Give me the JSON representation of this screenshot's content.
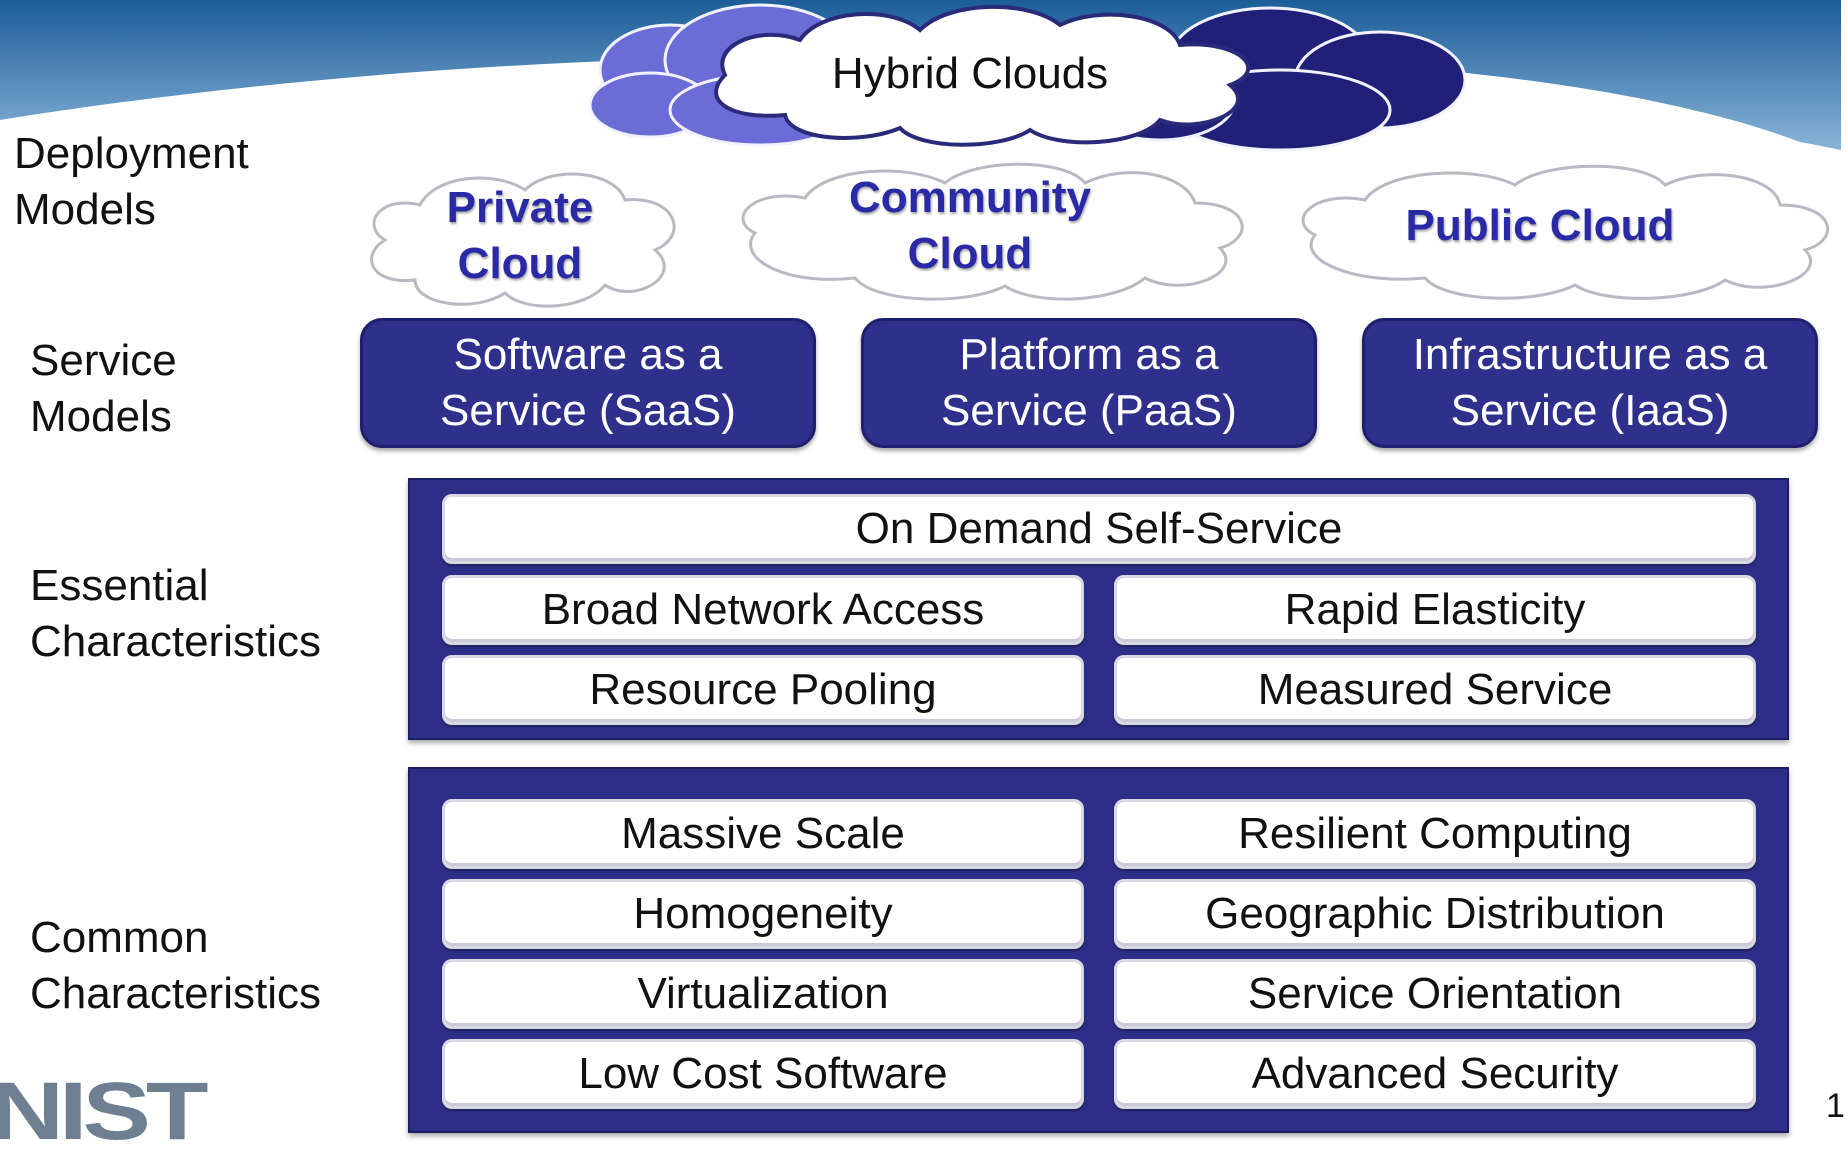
{
  "deployment": {
    "row_label_1": "Deployment",
    "row_label_2": "Models",
    "hybrid": "Hybrid Clouds",
    "private_1": "Private",
    "private_2": "Cloud",
    "community_1": "Community",
    "community_2": "Cloud",
    "public": "Public Cloud"
  },
  "service": {
    "row_label_1": "Service",
    "row_label_2": "Models",
    "saas_1": "Software as a",
    "saas_2": "Service (SaaS)",
    "paas_1": "Platform as a",
    "paas_2": "Service (PaaS)",
    "iaas_1": "Infrastructure as a",
    "iaas_2": "Service (IaaS)"
  },
  "essential": {
    "row_label_1": "Essential",
    "row_label_2": "Characteristics",
    "items": [
      "On Demand Self-Service",
      "Broad Network Access",
      "Rapid Elasticity",
      "Resource Pooling",
      "Measured Service"
    ]
  },
  "common": {
    "row_label_1": "Common",
    "row_label_2": "Characteristics",
    "items": [
      "Massive Scale",
      "Resilient Computing",
      "Homogeneity",
      "Geographic Distribution",
      "Virtualization",
      "Service Orientation",
      "Low Cost Software",
      "Advanced Security"
    ]
  },
  "footer": {
    "logo": "NIST",
    "page_number": "1"
  },
  "colors": {
    "navy": "#2e2e88",
    "cloud_text": "#2a2aa6",
    "header_blue": "#1f5f9a"
  }
}
